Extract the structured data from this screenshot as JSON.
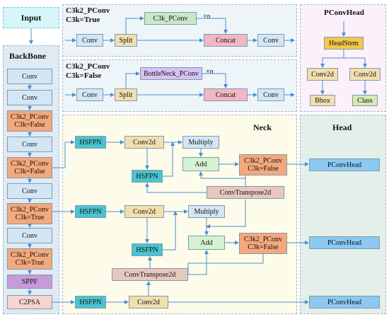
{
  "input": "Input",
  "backbone": {
    "title": "BackBone",
    "items": [
      "Conv",
      "Conv",
      "C3k2_PConv",
      "C3k=False",
      "Conv",
      "C3k2_PConv",
      "C3k=False",
      "Conv",
      "C3k2_PConv",
      "C3k=True",
      "Conv",
      "C3k2_PConv",
      "C3k=True",
      "SPPF",
      "C2PSA"
    ]
  },
  "c3k_true": {
    "title_1": "C3k2_PConv",
    "title_2": "C3k=True",
    "inner": "C3k_PConv",
    "repeat": "×n",
    "conv_a": "Conv",
    "split": "Split",
    "concat": "Concat",
    "conv_b": "Conv"
  },
  "c3k_false": {
    "title_1": "C3k2_PConv",
    "title_2": "C3k=False",
    "inner": "BottleNeck_PConv",
    "repeat": "×n",
    "conv_a": "Conv",
    "split": "Split",
    "concat": "Concat",
    "conv_b": "Conv"
  },
  "pconvhead": {
    "title": "PConvHead",
    "stem": "HeadStem",
    "conv_l": "Conv2d",
    "conv_r": "Conv2d",
    "bbox": "Bbox",
    "cls": "Class"
  },
  "neck": {
    "title": "Neck",
    "hsfpn": "HSFPN",
    "conv2d": "Conv2d",
    "multiply": "Multiply",
    "add": "Add",
    "c3k_1": "C3k2_PConv",
    "c3k_2": "C3k=False",
    "transpose": "ConvTranspose2d"
  },
  "head": {
    "title": "Head",
    "block": "PConvHead"
  },
  "colors": {
    "conv_fill": "#d3e6f5",
    "c3k_fill": "#f4a87c",
    "hsfpn_fill": "#4cc4cf",
    "conv2d_fill": "#f2dfae",
    "transpose_fill": "#e8c8be",
    "pconvhead_fill": "#8cc9f2",
    "sppf_fill": "#c79ad9",
    "c2psa_fill": "#f5d5cf",
    "inner_green": "#c9e9c6",
    "inner_purple": "#d7c2f1",
    "concat_fill": "#f1b7c2",
    "stem_fill": "#f3c84b",
    "class_fill": "#d8e8b4",
    "neck_bg": "#fdfbe9",
    "head_bg": "#e3efe8",
    "backbone_bg": "#dfeaf3",
    "pconvhead_bg": "#fcf0fb",
    "arrow": "#4a8fd0"
  }
}
